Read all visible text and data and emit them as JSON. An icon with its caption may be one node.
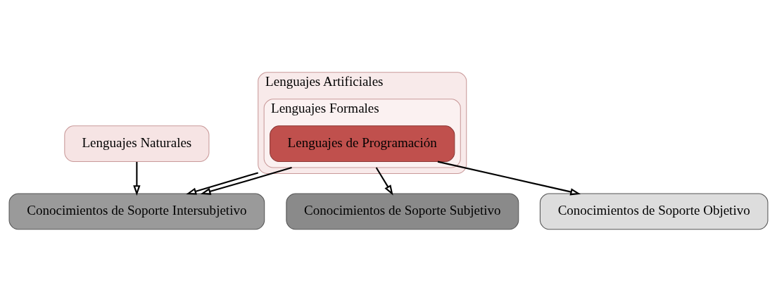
{
  "diagram": {
    "nodes": [
      {
        "text": [
          "Lenguajes Naturales"
        ]
      },
      {
        "text": [
          "Lenguajes Artificiales"
        ]
      },
      {
        "text": [
          "Lenguajes Formales"
        ],
        "in": 1
      },
      {
        "text": [
          "Lenguajes de Programación"
        ],
        "in": 2
      },
      {
        "text": [
          "Conocimientos de Soporte Intersubjetivo"
        ]
      },
      {
        "text": [
          "Conocimientos de Soporte Subjetivo"
        ]
      },
      {
        "text": [
          "Conocimientos de Soporte Objetivo"
        ]
      }
    ],
    "edges": [
      {
        "from": 0,
        "to": 4,
        "arrow": "to"
      },
      {
        "from": 1,
        "to": 4,
        "arrow": "to"
      },
      {
        "from": 2,
        "to": 4,
        "arrow": "to"
      },
      {
        "from": 2,
        "to": 5,
        "arrow": "to"
      },
      {
        "from": 3,
        "to": 6,
        "arrow": "to"
      }
    ]
  }
}
